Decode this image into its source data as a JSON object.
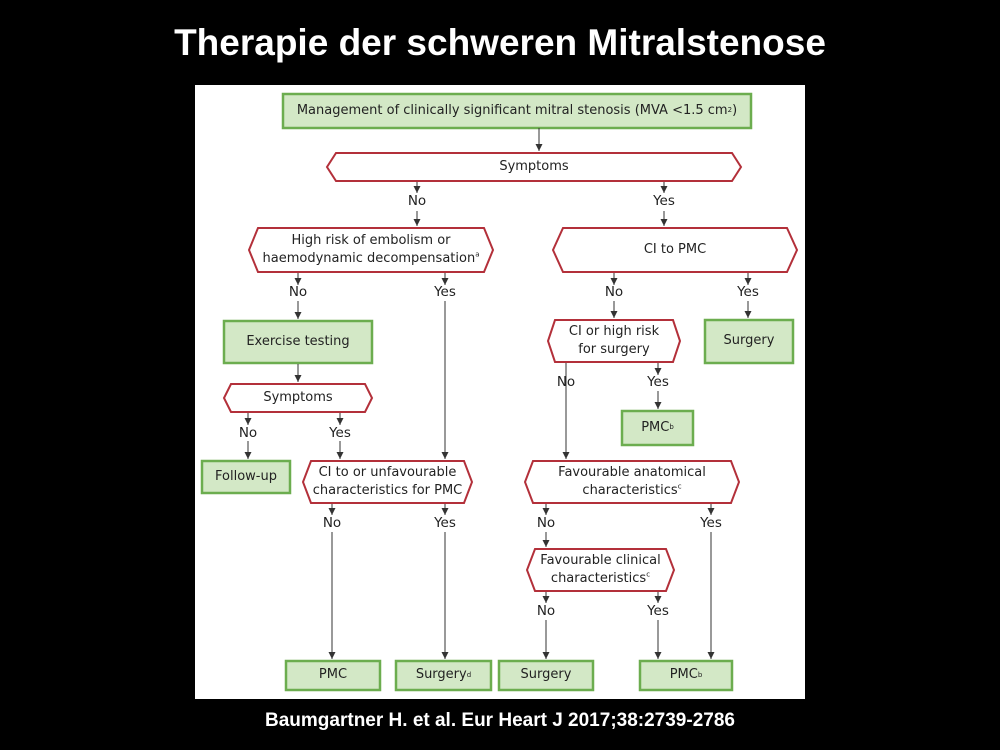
{
  "slide": {
    "title": "Therapie der schweren Mitralstenose",
    "citation": "Baumgartner H. et al. Eur Heart J 2017;38:2739-2786"
  },
  "colors": {
    "action_border": "#6cad4f",
    "action_fill": "#d3e8c6",
    "decision_border": "#b3303a"
  },
  "flowchart": {
    "root": {
      "text": "Management of clinically significant mitral stenosis (MVA <1.5 cm",
      "sup": "2",
      "suffix": ")"
    },
    "symptoms1": "Symptoms",
    "high_risk": {
      "line1": "High risk of embolism or",
      "line2": "haemodynamic decompensation",
      "sup": "a"
    },
    "ci_pmc": "CI to PMC",
    "exercise": "Exercise testing",
    "symptoms2": "Symptoms",
    "follow_up": "Follow-up",
    "ci_unfav": {
      "line1": "CI to or unfavourable",
      "line2": "characteristics for PMC"
    },
    "ci_surgery": {
      "line1": "CI or high risk",
      "line2": "for surgery"
    },
    "surgery_right": "Surgery",
    "pmc_b_mid": {
      "text": "PMC",
      "sup": "b"
    },
    "fav_anat": {
      "line1": "Favourable anatomical",
      "line2": "characteristics",
      "sup": "c"
    },
    "fav_clin": {
      "line1": "Favourable clinical",
      "line2": "characteristics",
      "sup": "c"
    },
    "pmc_bottom": "PMC",
    "surgery_d": {
      "text": "Surgery",
      "sup": "d"
    },
    "surgery_bottom": "Surgery",
    "pmc_b_bottom": {
      "text": "PMC",
      "sup": "b"
    },
    "labels": {
      "no": "No",
      "yes": "Yes"
    }
  }
}
